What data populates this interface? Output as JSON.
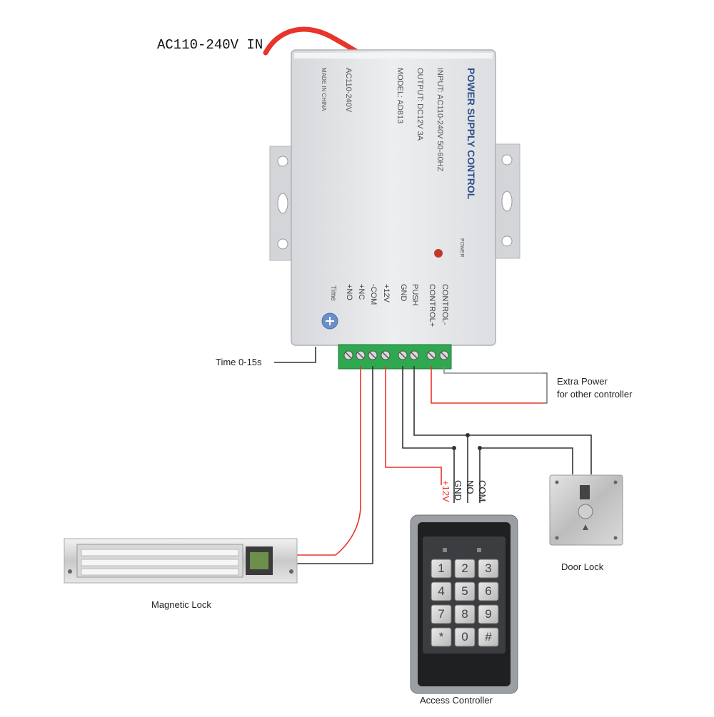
{
  "labels": {
    "ac_input": "AC110-240V  IN",
    "time": "Time 0-15s",
    "extra_power_1": "Extra Power",
    "extra_power_2": "for other controller",
    "magnetic_lock": "Magnetic Lock",
    "door_lock": "Door Lock",
    "access_controller": "Access Controller"
  },
  "power_box": {
    "title": "POWER SUPPLY CONTROL",
    "input": "INPUT: AC110-240V  50-60HZ",
    "output": "OUTPUT: DC12V  3A",
    "model": "MODEL: AD813",
    "ac": "AC110-240V",
    "made_in": "MADE IN CHINA",
    "power_led": "POWER",
    "time_knob": "Time",
    "terminals": [
      "CONTROL-",
      "CONTROL+",
      "PUSH",
      "GND",
      "+12V",
      "-COM",
      "+NC",
      "+NO"
    ]
  },
  "controller_wires": [
    "+12V",
    "GND",
    "NO",
    "COM"
  ],
  "keypad": {
    "keys": [
      "1",
      "2",
      "3",
      "4",
      "5",
      "6",
      "7",
      "8",
      "9",
      "*",
      "0",
      "#"
    ]
  },
  "colors": {
    "red_wire": "#e8342a",
    "black_wire": "#333333",
    "box_body": "#e6e7e9",
    "terminal_green": "#2fa84f"
  }
}
